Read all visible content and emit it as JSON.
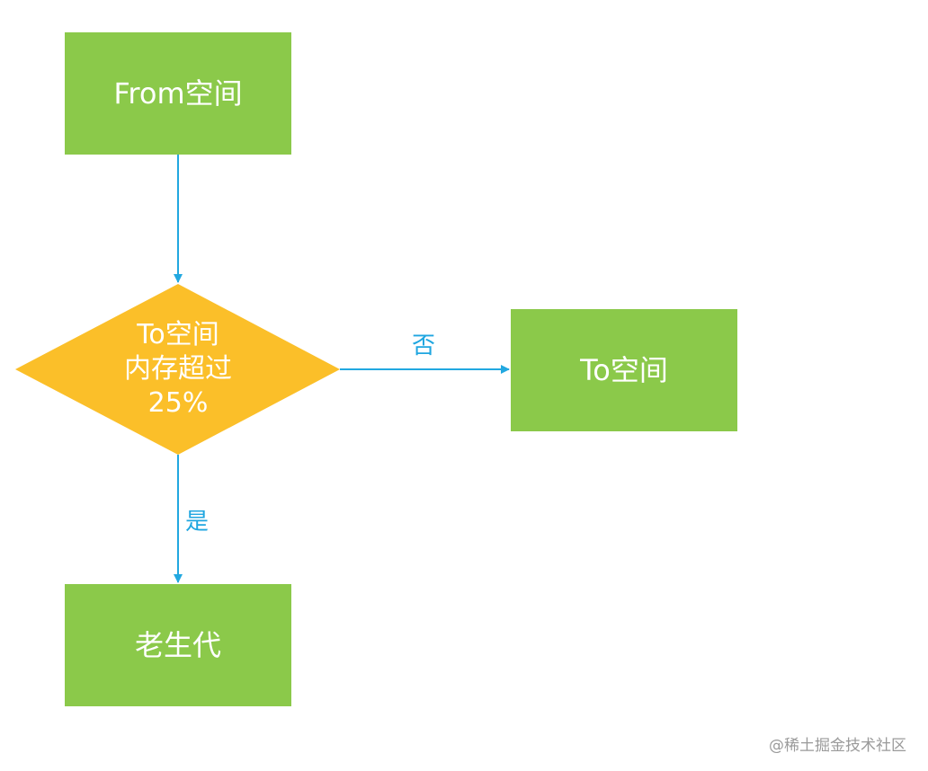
{
  "colors": {
    "process_fill": "#8bc94a",
    "decision_fill": "#fbbf29",
    "edge": "#22a8e0",
    "node_text": "#ffffff",
    "edge_label": "#1fa6e0",
    "watermark": "#9a9a9a"
  },
  "nodes": {
    "from_space": {
      "label": "From空间"
    },
    "decision": {
      "lines": [
        "To空间",
        "内存超过",
        "25%"
      ]
    },
    "to_space": {
      "label": "To空间"
    },
    "old_generation": {
      "label": "老生代"
    }
  },
  "edges": {
    "no_label": "否",
    "yes_label": "是"
  },
  "watermark": "@稀土掘金技术社区"
}
